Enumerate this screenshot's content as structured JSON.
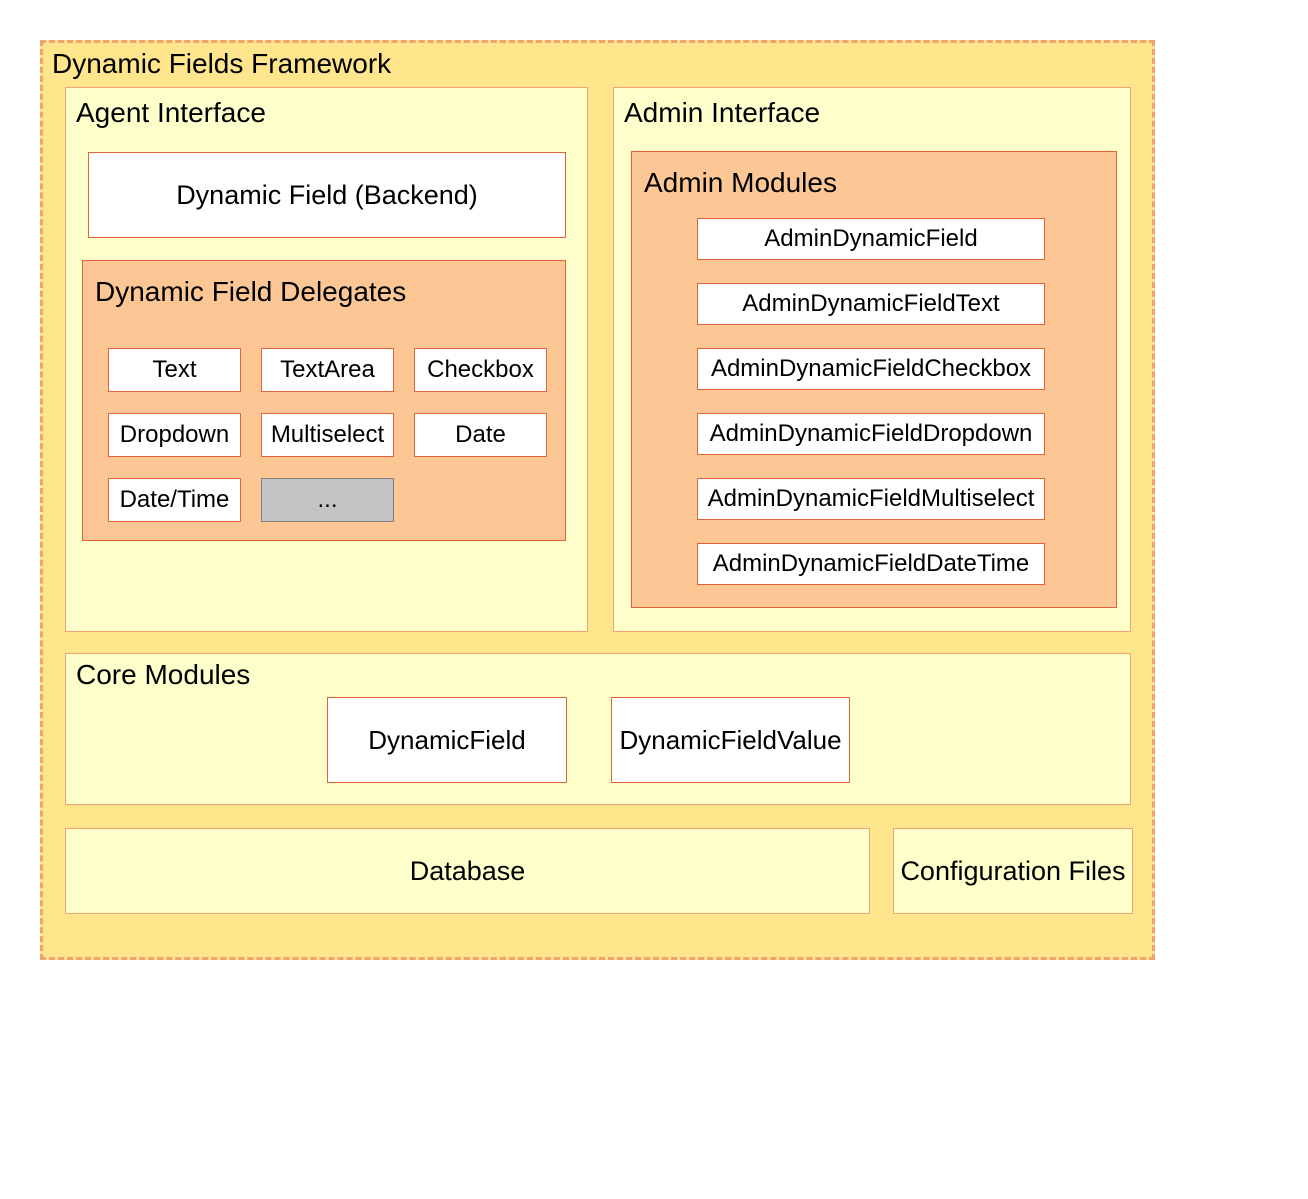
{
  "diagram": {
    "title": "Dynamic Fields Framework",
    "agent_interface": {
      "title": "Agent Interface",
      "backend_label": "Dynamic Field (Backend)",
      "delegates": {
        "title": "Dynamic Field Delegates",
        "items": [
          "Text",
          "TextArea",
          "Checkbox",
          "Dropdown",
          "Multiselect",
          "Date",
          "Date/Time",
          "..."
        ]
      }
    },
    "admin_interface": {
      "title": "Admin Interface",
      "admin_modules": {
        "title": "Admin Modules",
        "items": [
          "AdminDynamicField",
          "AdminDynamicFieldText",
          "AdminDynamicFieldCheckbox",
          "AdminDynamicFieldDropdown",
          "AdminDynamicFieldMultiselect",
          "AdminDynamicFieldDateTime"
        ]
      }
    },
    "core_modules": {
      "title": "Core Modules",
      "items": [
        "DynamicField",
        "DynamicFieldValue"
      ]
    },
    "database_label": "Database",
    "config_files_label": "Configuration Files"
  },
  "colors": {
    "outer_bg": "#FFE58C",
    "outer_border": "#F2A170",
    "section_bg": "#FFFFCC",
    "section_border": "#F2A374",
    "orange_bg": "#FCC795",
    "red_border": "#E2633A",
    "gray_bg": "#C3C3C3",
    "gray_border": "#7F7F7F",
    "text": "#000000"
  }
}
